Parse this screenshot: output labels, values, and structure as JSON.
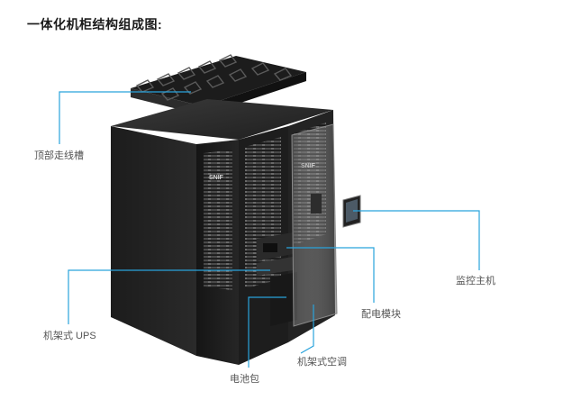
{
  "title": "一体化机柜结构组成图:",
  "brand": "SNIF",
  "labels": {
    "top_tray": "顶部走线槽",
    "rack_ups": "机架式 UPS",
    "battery": "电池包",
    "rack_ac": "机架式空调",
    "pdu": "配电模块",
    "monitor": "监控主机"
  },
  "colors": {
    "leader_line": "#29a3dc",
    "cabinet_dark": "#1b1b1b",
    "label_text": "#555555"
  }
}
